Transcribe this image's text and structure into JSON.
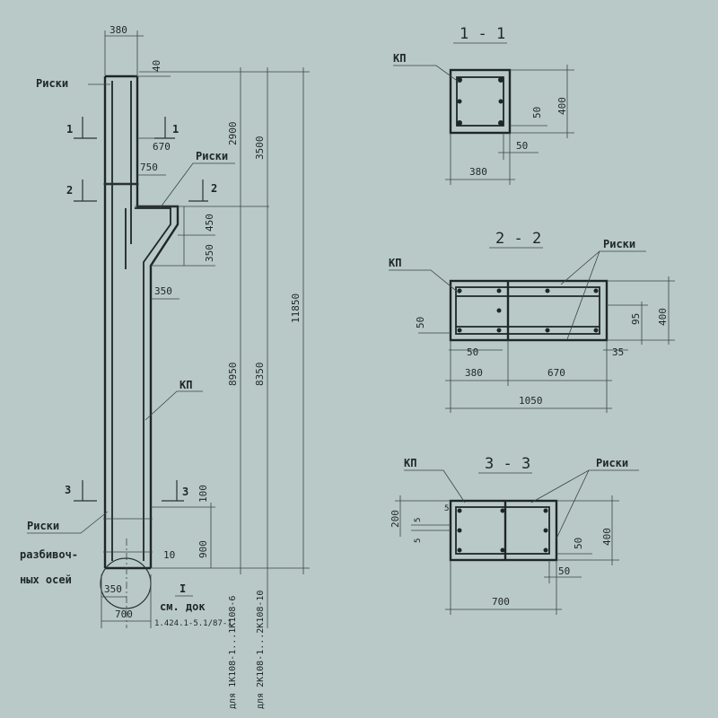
{
  "colors": {
    "background": "#b9c9c8",
    "ink": "#1f2628"
  },
  "elevation": {
    "dims": {
      "top_width": "380",
      "top_offset": "40",
      "h2900": "2900",
      "h3500": "3500",
      "h11850": "11850",
      "w670": "670",
      "w750": "750",
      "h450": "450",
      "h350v": "350",
      "w350": "350",
      "h8950": "8950",
      "h8350": "8350",
      "h100": "100",
      "h900": "900",
      "h10": "10",
      "base350": "350",
      "base700": "700"
    },
    "labels": {
      "riski_top": "Риски",
      "riski_mid": "Риски",
      "riski_bottom": "Риски",
      "kp": "КП",
      "axes_line1": "разбивоч-",
      "axes_line2": "ных осей",
      "node_mark": "I",
      "see_doc": "см. док",
      "doc_ref": "1.424.1-5.1/87-1",
      "for_1k": "для 1К108-1...1К108-6",
      "for_2k": "для 2К108-1...2К108-10"
    },
    "section_marks": {
      "s1": "1",
      "s1b": "1",
      "s2": "2",
      "s2b": "2",
      "s3": "3",
      "s3b": "3"
    }
  },
  "section_1_1": {
    "title": "1 - 1",
    "kp": "КП",
    "dims": {
      "height": "400",
      "cover_v": "50",
      "cover_h": "50",
      "width": "380"
    }
  },
  "section_2_2": {
    "title": "2 - 2",
    "kp": "КП",
    "riski": "Риски",
    "dims": {
      "height": "400",
      "d95": "95",
      "d50_left": "50",
      "d50_bottom": "50",
      "d35": "35",
      "w380": "380",
      "w670": "670",
      "w1050": "1050"
    }
  },
  "section_3_3": {
    "title": "3 - 3",
    "kp": "КП",
    "riski": "Риски",
    "dims": {
      "h200": "200",
      "d5a": "5",
      "d5b": "5",
      "d5c": "5",
      "height": "400",
      "cover_v": "50",
      "cover_h": "50",
      "width": "700"
    }
  }
}
